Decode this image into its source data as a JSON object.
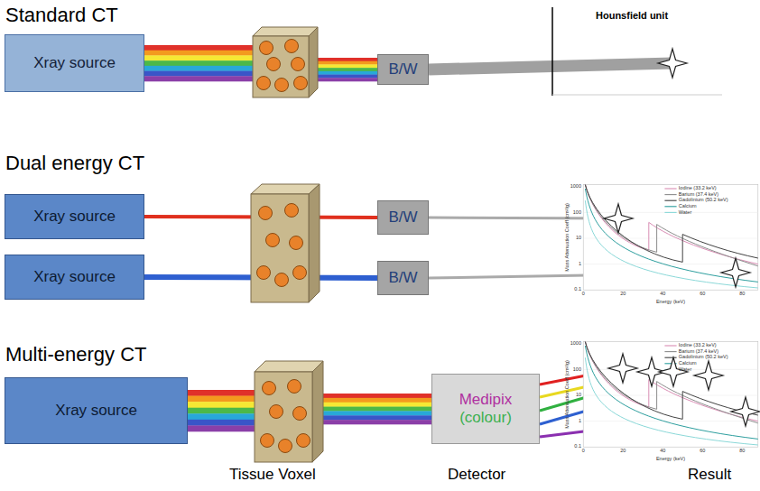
{
  "diagram": {
    "nodes": [
      {
        "text": [
          "Xray source"
        ]
      },
      {
        "text": [
          "B/W"
        ]
      },
      {
        "text": [
          "Hounsfield unit"
        ]
      },
      {
        "text": [
          "Xray source"
        ]
      },
      {
        "text": [
          "Xray source"
        ]
      },
      {
        "text": [
          "B/W"
        ]
      },
      {
        "text": [
          "B/W"
        ]
      },
      {
        "text": [
          "Iodine (33.2 keV)",
          "Barium (37.4 keV)",
          "Gadolinium (50.2 keV)",
          "Calcium",
          "Water",
          "1000",
          "100",
          "10",
          "1",
          "0.1",
          "0",
          "20",
          "40",
          "60",
          "80",
          "Mass Attenuation Coeff (cm²/g)",
          "Energy (keV)"
        ]
      },
      {
        "text": [
          "Xray source"
        ]
      },
      {
        "text": [
          "Medipix",
          "(colour)"
        ]
      },
      {
        "text": [
          "Iodine (33.2 keV)",
          "Barium (37.4 keV)",
          "Gadolinium (50.2 keV)",
          "Calcium",
          "Water",
          "1000",
          "100",
          "10",
          "1",
          "0.1",
          "0",
          "20",
          "40",
          "60",
          "80",
          "Mass Attenuation Coeff (cm²/g)",
          "Energy (keV)"
        ]
      }
    ],
    "edges": [
      {
        "from": 0,
        "to": 1,
        "arrow": "none"
      },
      {
        "from": 1,
        "to": 2,
        "arrow": "none"
      },
      {
        "from": 3,
        "to": 5,
        "arrow": "none"
      },
      {
        "from": 4,
        "to": 6,
        "arrow": "none"
      },
      {
        "from": 5,
        "to": 7,
        "arrow": "none"
      },
      {
        "from": 6,
        "to": 7,
        "arrow": "none"
      },
      {
        "from": 8,
        "to": 9,
        "arrow": "none"
      },
      {
        "from": 9,
        "to": 10,
        "arrow": "none"
      },
      {
        "from": 9,
        "to": 10,
        "arrow": "none"
      },
      {
        "from": 9,
        "to": 10,
        "arrow": "none"
      },
      {
        "from": 9,
        "to": 10,
        "arrow": "none"
      },
      {
        "from": 9,
        "to": 10,
        "arrow": "none"
      }
    ],
    "labels": [
      "Standard CT",
      "Dual energy CT",
      "Multi-energy CT",
      "Tissue Voxel",
      "Detector",
      "Result"
    ]
  }
}
